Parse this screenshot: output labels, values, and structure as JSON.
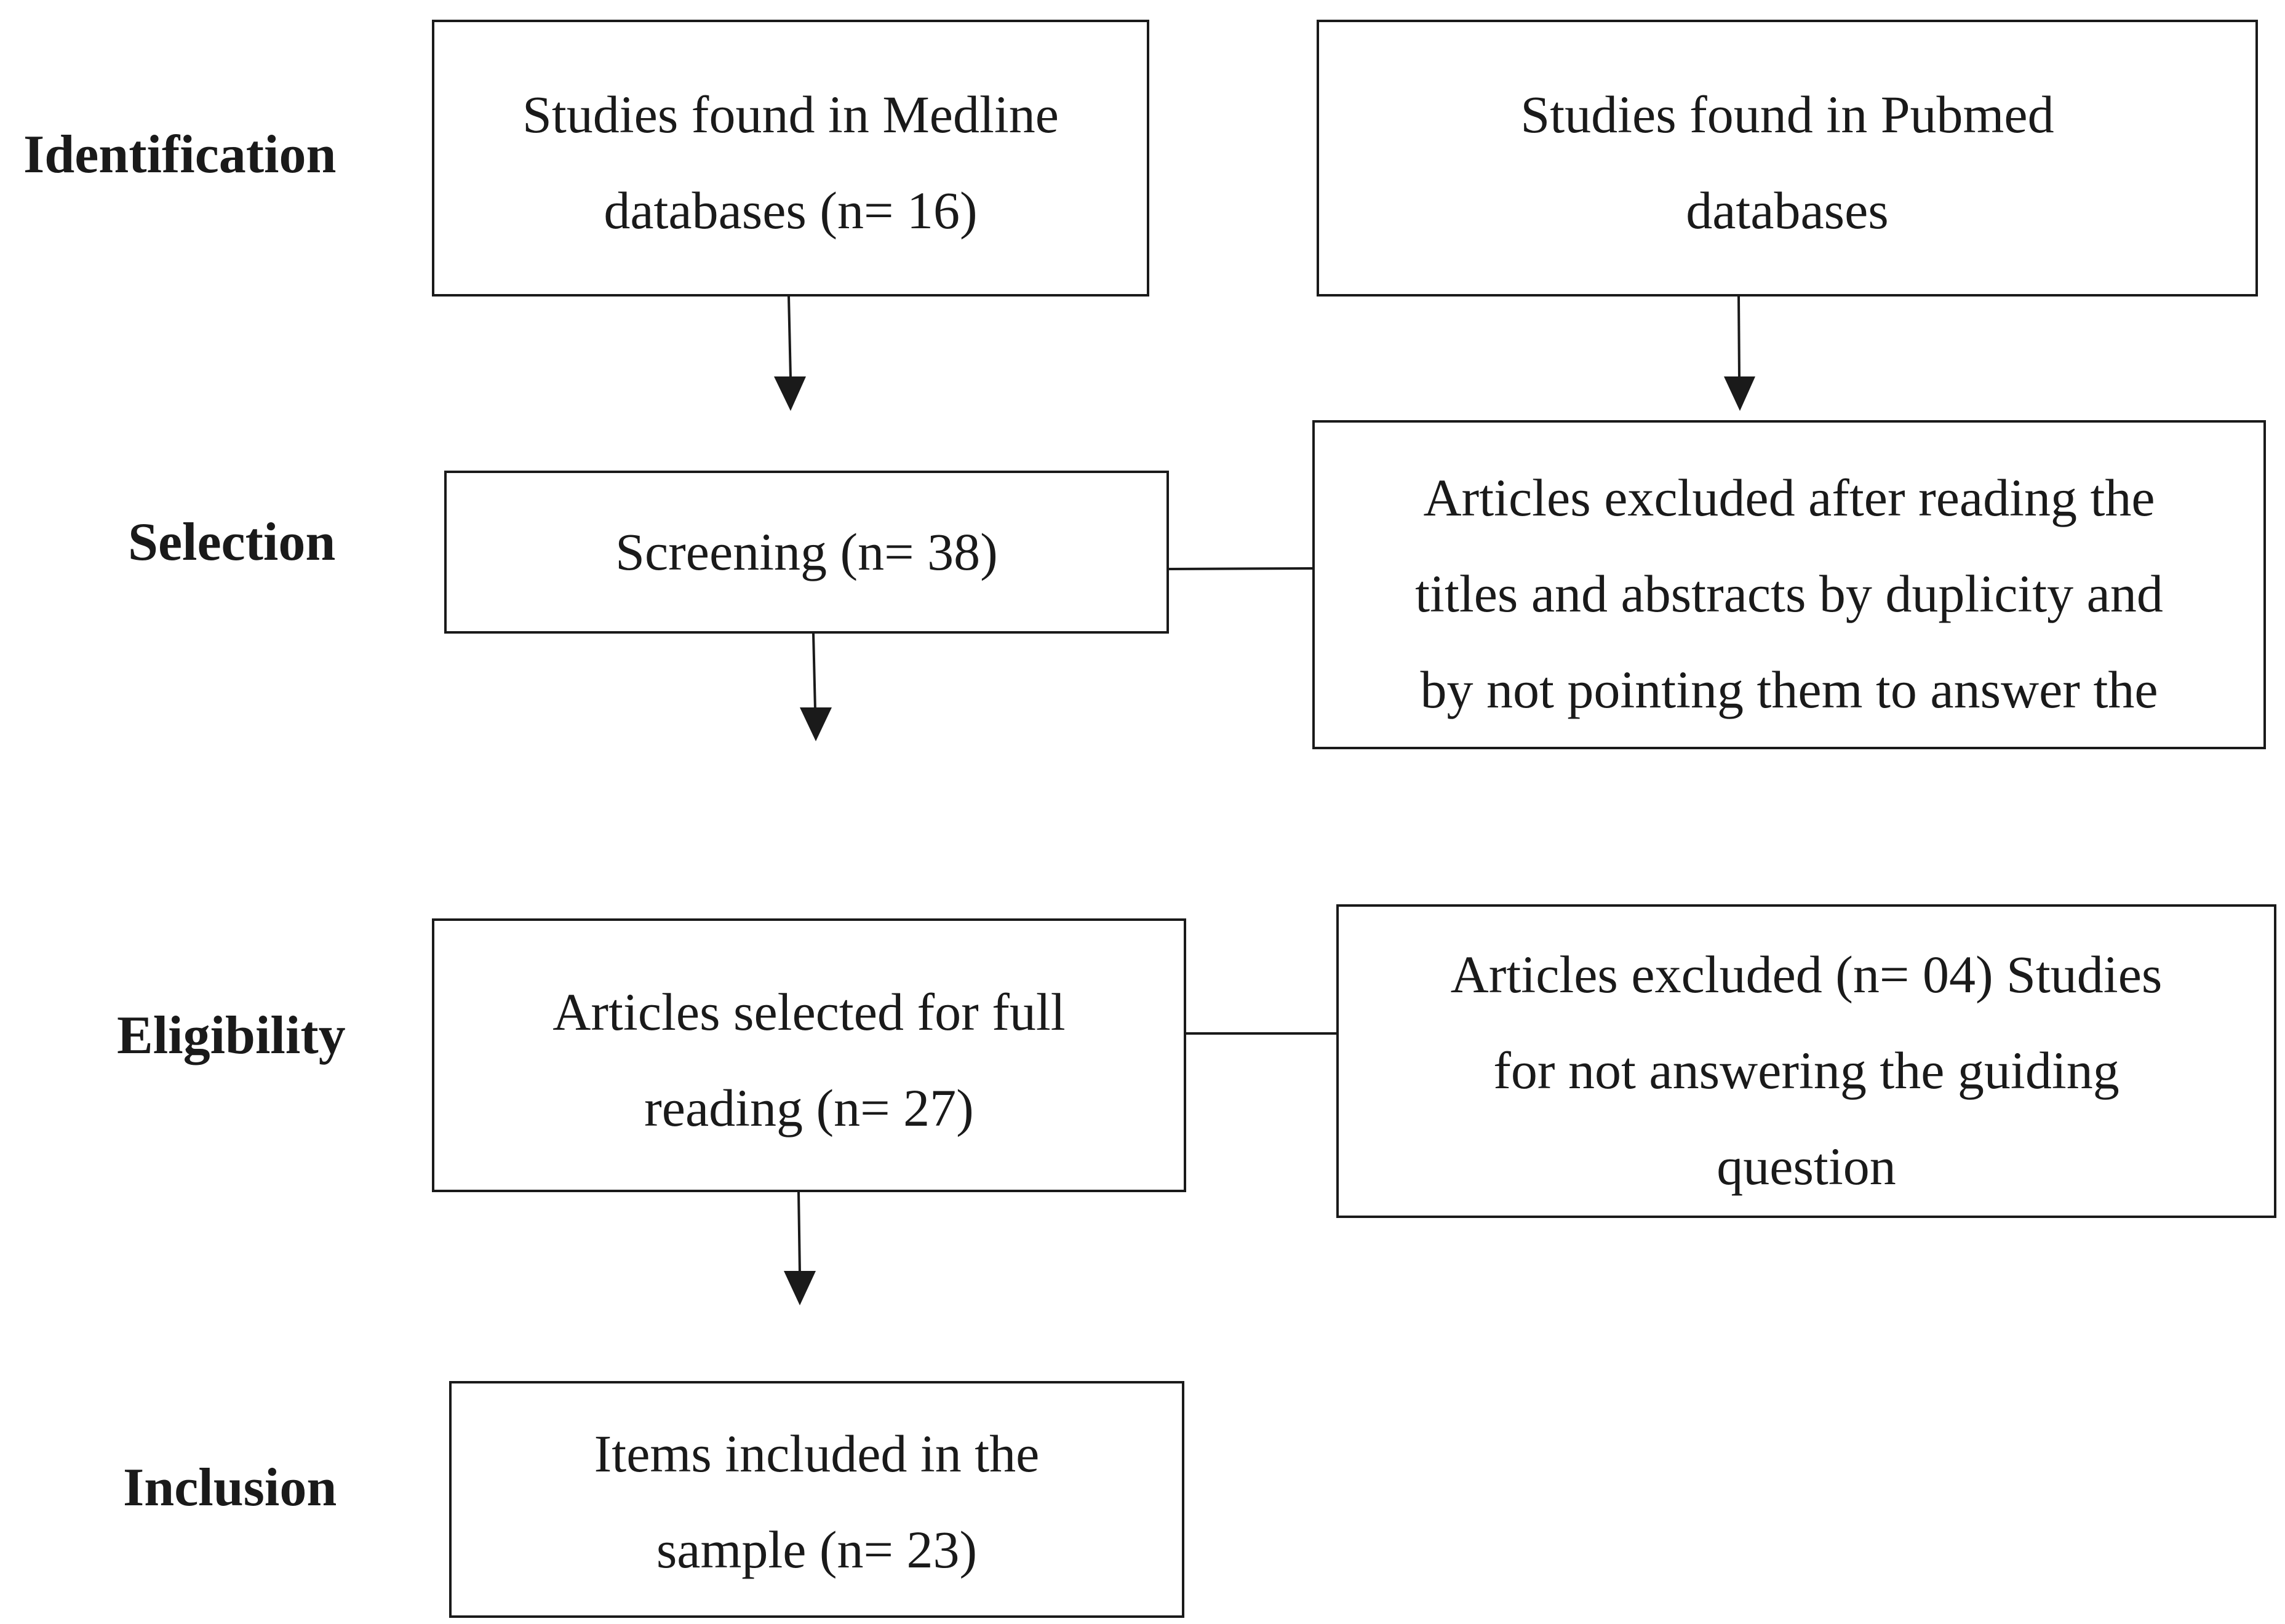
{
  "stages": {
    "identification": "Identification",
    "selection": "Selection",
    "eligibility": "Eligibility",
    "inclusion": "Inclusion"
  },
  "boxes": {
    "medline": [
      "Studies found in Medline",
      "databases (n= 16)"
    ],
    "pubmed": [
      "Studies found in Pubmed",
      "databases"
    ],
    "screening": [
      "Screening (n= 38)"
    ],
    "excluded_titles": [
      "Articles excluded after reading the",
      "titles and abstracts by duplicity and",
      "by not pointing them to answer the"
    ],
    "full_reading": [
      "Articles selected for full",
      "reading (n= 27)"
    ],
    "excluded_full": [
      "Articles excluded (n= 04) Studies",
      "for not answering the guiding",
      "question"
    ],
    "included": [
      "Items included in the",
      "sample (n= 23)"
    ]
  }
}
